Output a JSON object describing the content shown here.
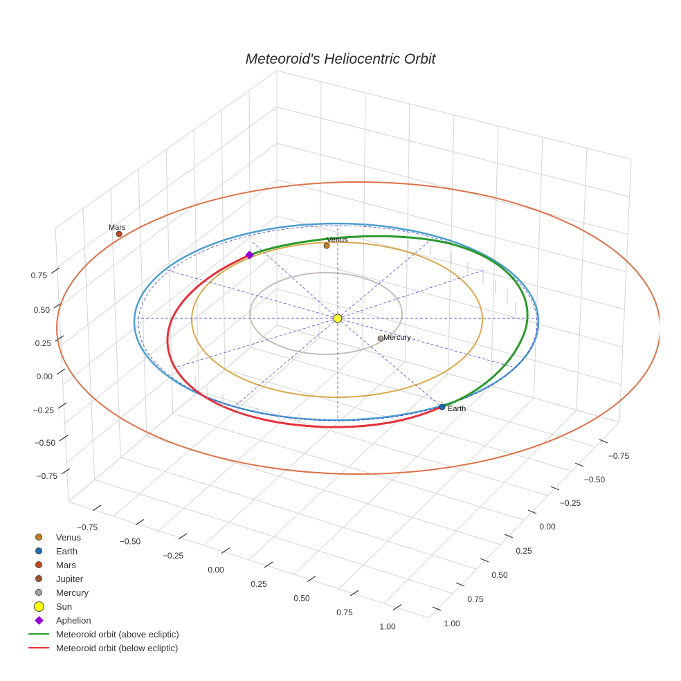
{
  "chart_data": {
    "type": "line3d",
    "title": "Meteoroid's Heliocentric Orbit",
    "axes": {
      "x": {
        "ticks": [
          "−0.75",
          "−0.50",
          "−0.25",
          "0.00",
          "0.25",
          "0.50",
          "0.75",
          "1.00"
        ],
        "range": [
          -0.9,
          1.1
        ]
      },
      "y": {
        "ticks": [
          "−0.75",
          "−0.50",
          "−0.25",
          "0.00",
          "0.25",
          "0.50",
          "0.75",
          "1.00"
        ],
        "range": [
          -0.9,
          1.1
        ]
      },
      "z": {
        "ticks": [
          "0.75",
          "0.50",
          "0.25",
          "0.00",
          "−0.25",
          "−0.50",
          "−0.75"
        ],
        "range": [
          -0.9,
          0.9
        ]
      },
      "grid": true
    },
    "planets": [
      {
        "name": "Venus",
        "color": "#c87f1e",
        "orbit_color": "#d9a84a",
        "label": "Venus"
      },
      {
        "name": "Earth",
        "color": "#1f6fb4",
        "orbit_color": "#4a9ed0",
        "label": "Earth"
      },
      {
        "name": "Mars",
        "color": "#c8461b",
        "orbit_color": "#dc7048",
        "label": "Mars"
      },
      {
        "name": "Jupiter",
        "color": "#a0522d"
      },
      {
        "name": "Mercury",
        "color": "#aaa0a0",
        "orbit_color": "#c8bcb8",
        "label": "Mercury"
      }
    ],
    "sun": {
      "name": "Sun",
      "color": "#ffff00"
    },
    "aphelion": {
      "name": "Aphelion",
      "color": "#9400d3"
    },
    "meteoroid_orbit": {
      "above": {
        "name": "Meteoroid orbit (above ecliptic)",
        "color": "#2a9a2a"
      },
      "below": {
        "name": "Meteoroid orbit (below ecliptic)",
        "color": "#e8303a"
      }
    },
    "legend": [
      {
        "label": "Venus",
        "type": "dot",
        "color": "#c87f1e"
      },
      {
        "label": "Earth",
        "type": "dot",
        "color": "#1f6fb4"
      },
      {
        "label": "Mars",
        "type": "dot",
        "color": "#c8461b"
      },
      {
        "label": "Jupiter",
        "type": "dot",
        "color": "#a0522d"
      },
      {
        "label": "Mercury",
        "type": "dot",
        "color": "#aaa0a0"
      },
      {
        "label": "Sun",
        "type": "bigdot",
        "color": "#ffff00"
      },
      {
        "label": "Aphelion",
        "type": "diamond",
        "color": "#9400d3"
      },
      {
        "label": "Meteoroid orbit (above ecliptic)",
        "type": "line",
        "color": "#2a9a2a"
      },
      {
        "label": "Meteoroid orbit (below ecliptic)",
        "type": "line",
        "color": "#e8303a"
      }
    ],
    "legend_position": "bottom-left"
  },
  "labels": {
    "venus": "Venus",
    "earth": "Earth",
    "mars": "Mars",
    "mercury": "Mercury"
  },
  "ztick_labels": [
    "0.75",
    "0.50",
    "0.25",
    "0.00",
    "−0.25",
    "−0.50",
    "−0.75"
  ],
  "xtick_labels": [
    "−0.75",
    "−0.50",
    "−0.25",
    "0.00",
    "0.25",
    "0.50",
    "0.75",
    "1.00"
  ],
  "ytick_labels": [
    "−0.75",
    "−0.50",
    "−0.25",
    "0.00",
    "0.25",
    "0.50",
    "0.75",
    "1.00"
  ]
}
